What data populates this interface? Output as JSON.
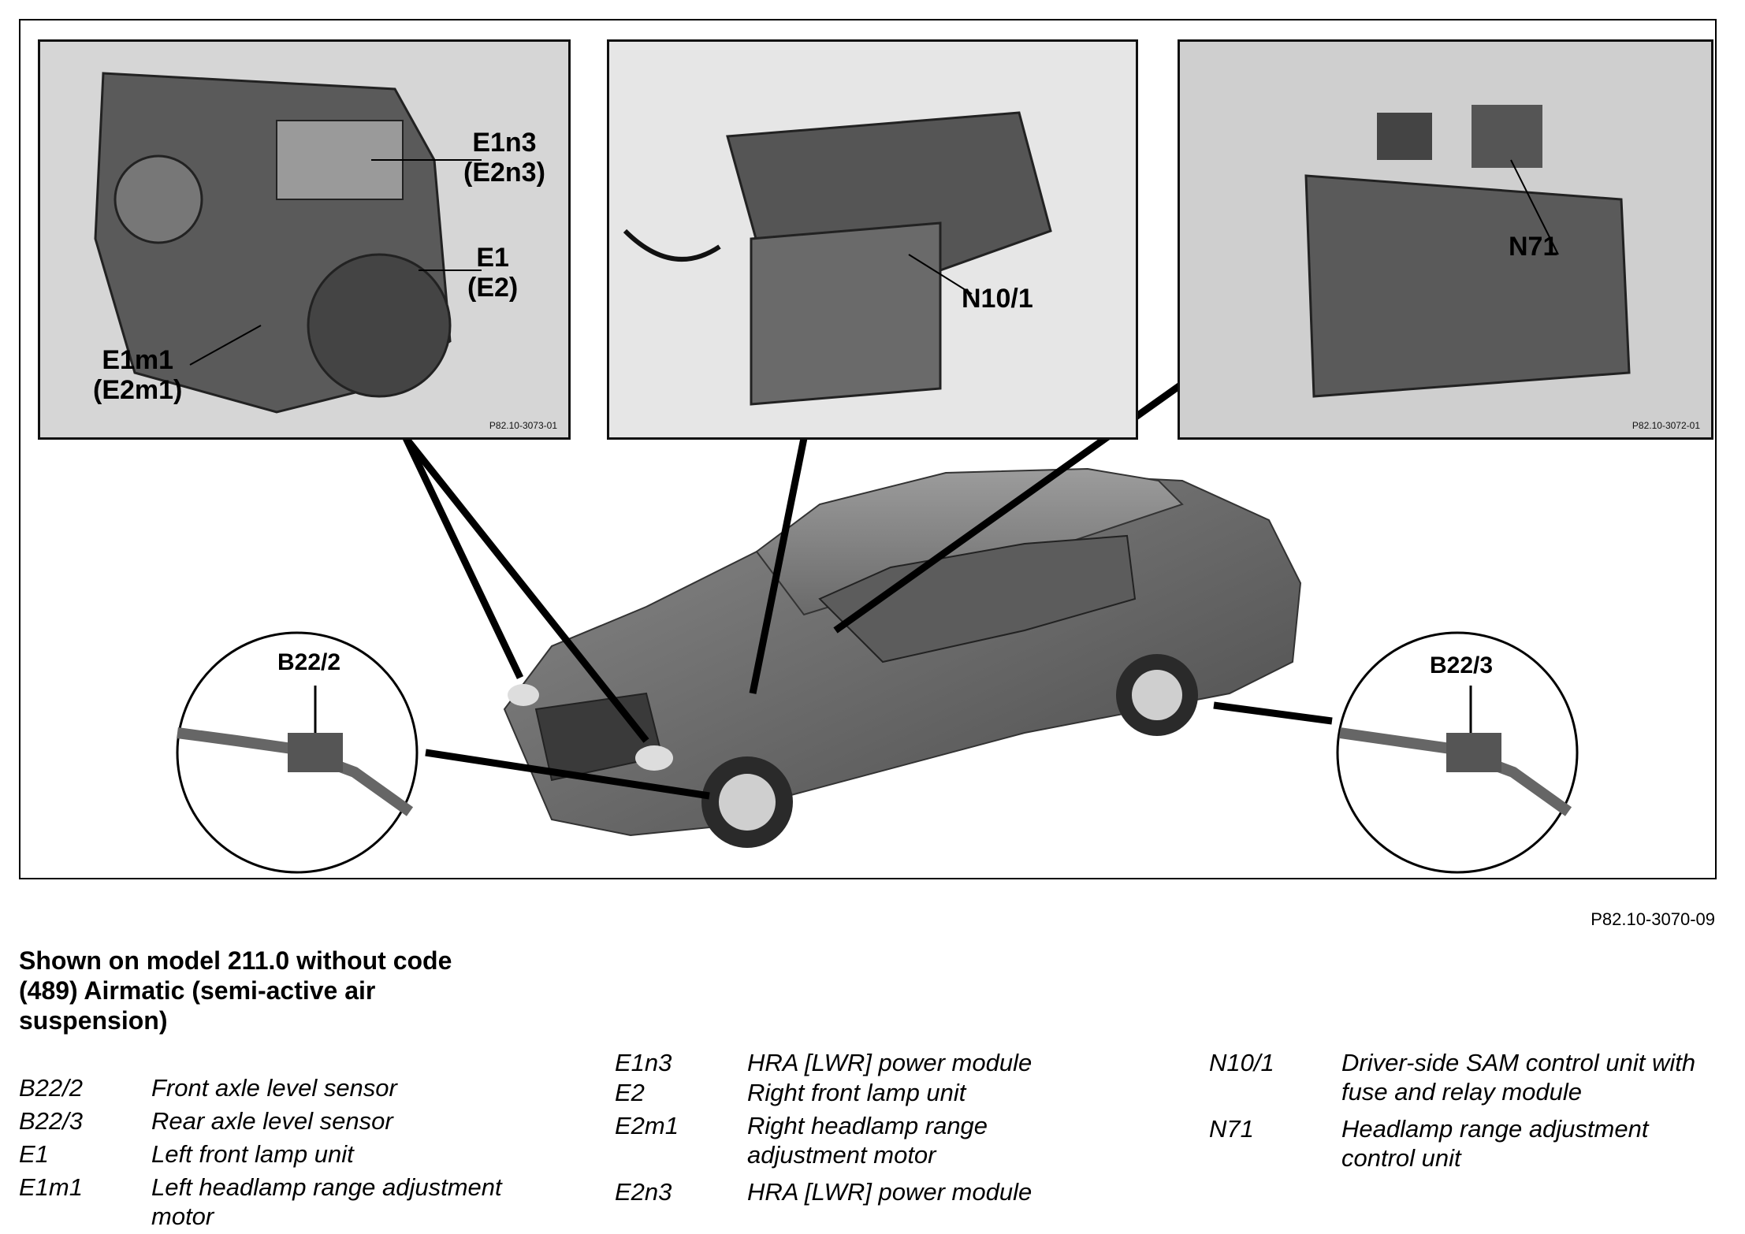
{
  "figure": {
    "reference": "P82.10-3070-09",
    "panel_refs": {
      "left": "P82.10-3073-01",
      "right": "P82.10-3072-01"
    },
    "labels": {
      "e1n3": [
        "E1n3",
        "(E2n3)"
      ],
      "e1": [
        "E1",
        "(E2)"
      ],
      "e1m1": [
        "E1m1",
        "(E2m1)"
      ],
      "n10_1": "N10/1",
      "n71": "N71",
      "b22_2": "B22/2",
      "b22_3": "B22/3"
    }
  },
  "caption": {
    "heading": "Shown on model 211.0 without code (489) Airmatic (semi-active air suspension)"
  },
  "legend": {
    "col1": [
      {
        "code": "B22/2",
        "desc": "Front axle level sensor"
      },
      {
        "code": "B22/3",
        "desc": "Rear axle level sensor"
      },
      {
        "code": "E1",
        "desc": "Left front lamp unit"
      },
      {
        "code": "E1m1",
        "desc": "Left headlamp range adjustment motor"
      }
    ],
    "col2": [
      {
        "code": "E1n3",
        "desc": "HRA [LWR] power module"
      },
      {
        "code": "E2",
        "desc": "Right front lamp unit"
      },
      {
        "code": "E2m1",
        "desc": "Right headlamp range adjustment motor"
      },
      {
        "code": "E2n3",
        "desc": "HRA [LWR] power module"
      }
    ],
    "col3": [
      {
        "code": "N10/1",
        "desc": "Driver-side SAM control unit with fuse and relay module"
      },
      {
        "code": "N71",
        "desc": "Headlamp range adjustment control unit"
      }
    ]
  }
}
